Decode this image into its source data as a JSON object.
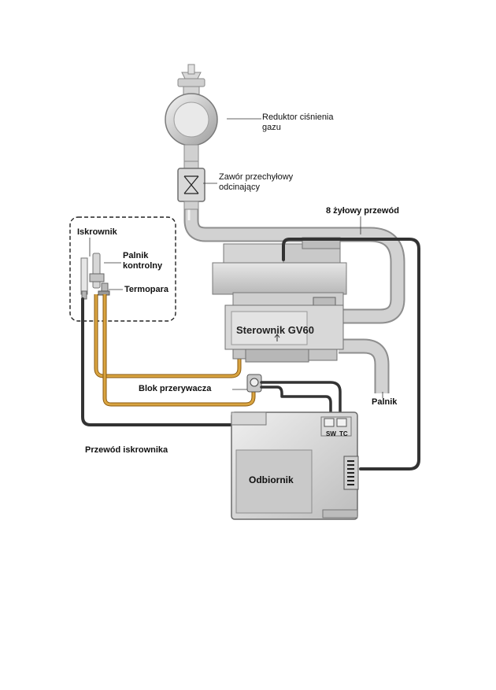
{
  "labels": {
    "reductor_line1": "Reduktor ciśnienia",
    "reductor_line2": "gazu",
    "valve_line1": "Zawór przechyłowy",
    "valve_line2": "odcinający",
    "cable_8wire": "8 żyłowy przewód",
    "igniter": "Iskrownik",
    "pilot_line1": "Palnik",
    "pilot_line2": "kontrolny",
    "thermocouple": "Termopara",
    "controller": "Sterownik GV60",
    "interrupter_block": "Blok przerywacza",
    "burner": "Palnik",
    "igniter_cable": "Przewód iskrownika",
    "receiver": "Odbiornik",
    "sw": "SW",
    "tc": "TC"
  },
  "colors": {
    "pipe": "#c9c9c9",
    "pipe_edge": "#8a8a8a",
    "body_light": "#dcdcdc",
    "body_dark": "#9a9a9a",
    "copper": "#c8922e",
    "cable": "#3a3a3a"
  }
}
